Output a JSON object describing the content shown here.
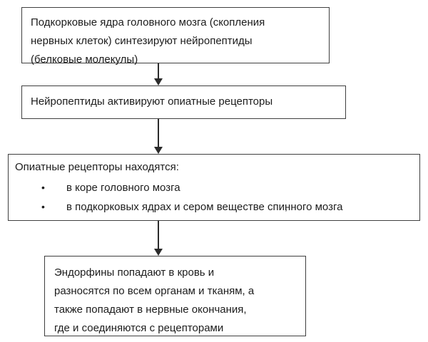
{
  "diagram": {
    "background": "#ffffff",
    "border_color": "#3f3f3f",
    "text_color": "#1c1c1c",
    "arrow_color": "#2b2b2b",
    "bullet_char": "•",
    "boxes": [
      {
        "name": "synthesis",
        "lines": [
          "Подкорковые ядра головного мозга (скопления",
          "нервных клеток) синтезируют нейропептиды",
          "(белковые молекулы)"
        ]
      },
      {
        "name": "activation",
        "lines": [
          "Нейропептиды активируют опиатные рецепторы"
        ]
      },
      {
        "name": "receptor-locations",
        "title": "Опиатные рецепторы находятся:",
        "bullets": [
          "в коре головного мозга",
          "в подкорковых ядрах и сером веществе спинного мозга"
        ],
        "stray_mark": ","
      },
      {
        "name": "endorphins",
        "lines": [
          "Эндорфины попадают в кровь и",
          "разносятся по всем органам и тканям, а",
          "также попадают в нервные окончания,",
          "где и соединяются с рецепторами"
        ]
      }
    ]
  }
}
